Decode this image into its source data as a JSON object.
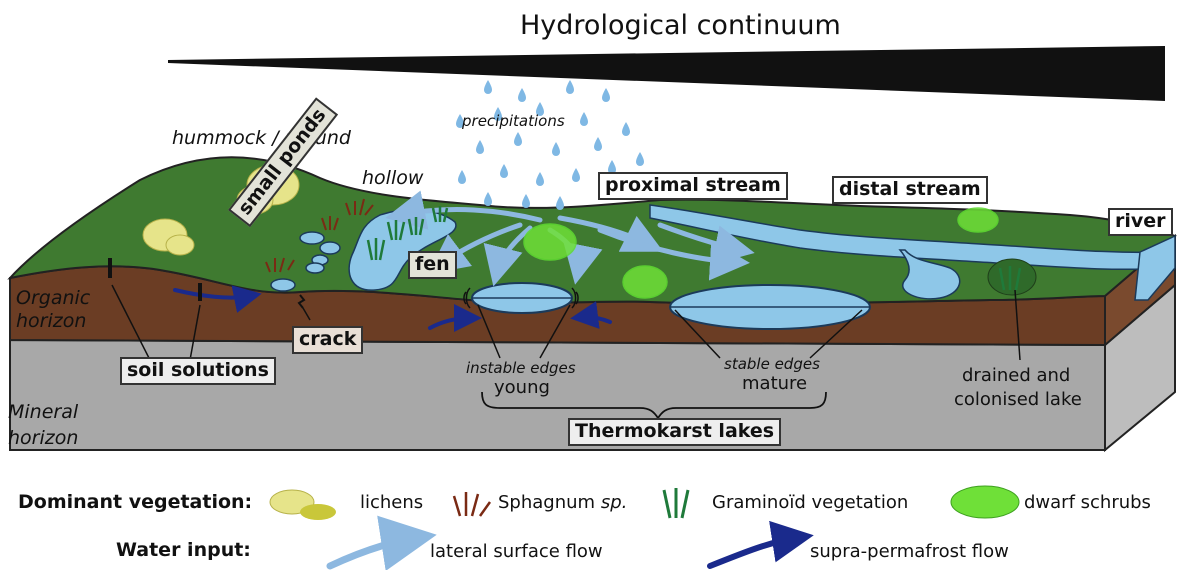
{
  "title": "Hydrological continuum",
  "labels": {
    "hummock": "hummock / mound",
    "precipitations": "precipitations",
    "hollow": "hollow",
    "small_ponds": "small ponds",
    "fen": "fen",
    "proximal_stream": "proximal stream",
    "distal_stream": "distal stream",
    "river": "river",
    "organic_horizon_1": "Organic",
    "organic_horizon_2": "horizon",
    "mineral_horizon_1": "Mineral",
    "mineral_horizon_2": "horizon",
    "crack": "crack",
    "soil_solutions": "soil solutions",
    "instable_edges": "instable edges",
    "young": "young",
    "stable_edges": "stable edges",
    "mature": "mature",
    "thermokarst_lakes": "Thermokarst lakes",
    "drained_1": "drained and",
    "drained_2": "colonised lake"
  },
  "legend": {
    "vegetation_title": "Dominant vegetation:",
    "lichens": "lichens",
    "sphagnum": "Sphagnum",
    "sphagnum_sp": "sp.",
    "graminoid": "Graminoïd vegetation",
    "dwarf_shrubs": "dwarf schrubs",
    "water_title": "Water input:",
    "lateral_flow": "lateral surface flow",
    "supra_flow": "supra-permafrost flow"
  },
  "colors": {
    "grass": "#3f7a30",
    "grass_light": "#4f8d3a",
    "organic_soil": "#6b3d24",
    "mineral_soil": "#a9a9a9",
    "water": "#8ec7e8",
    "lateral_arrow": "#8db8e0",
    "supra_arrow": "#1a2a8c",
    "lichen": "#e6e48a",
    "sphagnum": "#7a2a14",
    "graminoid": "#1f7a3a",
    "shrub": "#5fdc30"
  }
}
